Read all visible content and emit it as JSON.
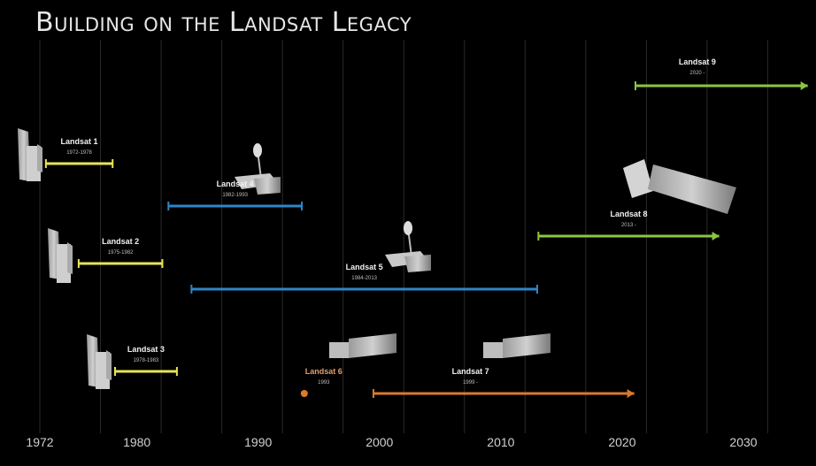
{
  "chart_data": {
    "type": "timeline",
    "title": "Building on the Landsat Legacy",
    "x_ticks": [
      "1972",
      "1980",
      "1990",
      "2000",
      "2010",
      "2020",
      "2030"
    ],
    "tick_years": [
      1972,
      1980,
      1990,
      2000,
      2010,
      2020,
      2030
    ],
    "xlim": [
      1969.8,
      2035.3
    ],
    "grid": true,
    "series": [
      {
        "name": "Landsat 1",
        "dates": "1972-1978",
        "start": 1972.5,
        "end": 1978.0,
        "color": "#e8e35a"
      },
      {
        "name": "Landsat 2",
        "dates": "1975-1982",
        "start": 1975.2,
        "end": 1982.1,
        "color": "#e8e35a"
      },
      {
        "name": "Landsat 3",
        "dates": "1978-1983",
        "start": 1978.2,
        "end": 1983.3,
        "color": "#e8e35a"
      },
      {
        "name": "Landsat 4",
        "dates": "1982-1993",
        "start": 1982.6,
        "end": 1993.6,
        "color": "#2f86c8"
      },
      {
        "name": "Landsat 5",
        "dates": "1984-2013",
        "start": 1984.5,
        "end": 2013.0,
        "color": "#2f86c8"
      },
      {
        "name": "Landsat 6",
        "dates": "1993",
        "start": 1993.8,
        "end": 1993.8,
        "color": "#e07b24"
      },
      {
        "name": "Landsat 7",
        "dates": "1999 -",
        "start": 1999.5,
        "end": 2021.0,
        "color": "#d97a2a"
      },
      {
        "name": "Landsat 8",
        "dates": "2013 -",
        "start": 2013.1,
        "end": 2028.0,
        "color": "#8cc63f"
      },
      {
        "name": "Landsat 9",
        "dates": "2020 -",
        "start": 2021.1,
        "end": 2035.3,
        "color": "#8cc63f"
      }
    ]
  }
}
